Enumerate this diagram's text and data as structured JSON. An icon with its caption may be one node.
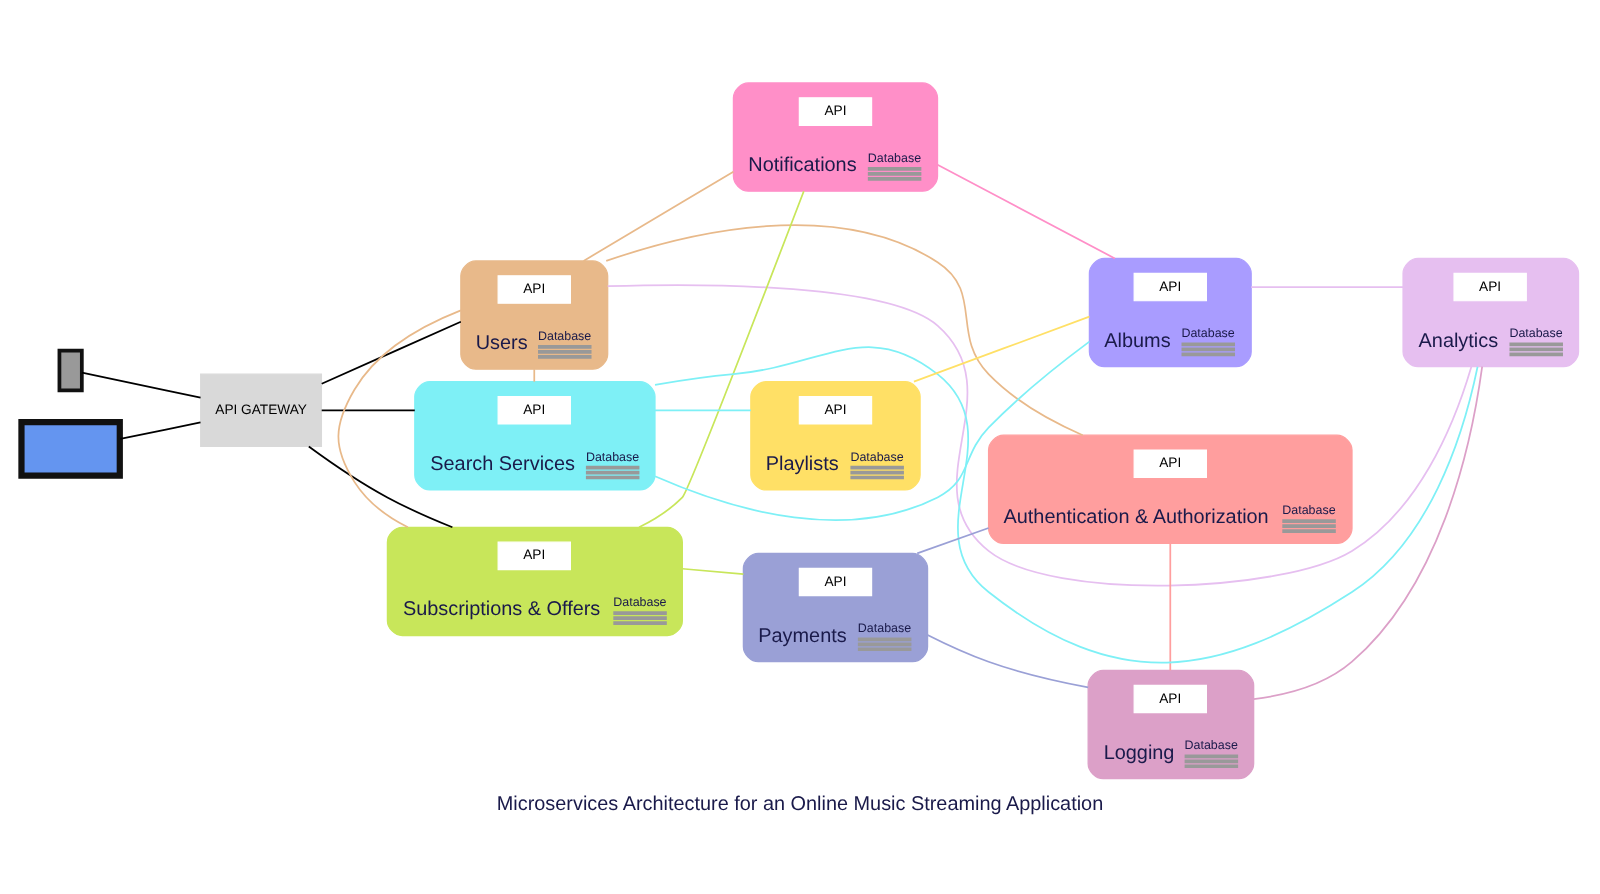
{
  "diagram": {
    "caption": "Microservices Architecture for an Online Music Streaming Application",
    "nodes": [
      {
        "text": [],
        "shape": "box"
      },
      {
        "text": [],
        "shape": "box"
      },
      {
        "text": [
          "API GATEWAY"
        ]
      },
      {
        "text": [
          "Users"
        ],
        "beside": [
          "Database"
        ]
      },
      {
        "text": [
          "API"
        ],
        "in": 3
      },
      {
        "text": [
          "Notifications"
        ],
        "beside": [
          "Database"
        ]
      },
      {
        "text": [
          "API"
        ],
        "in": 5
      },
      {
        "text": [
          "Authentication & Authorization"
        ],
        "beside": [
          "Database"
        ]
      },
      {
        "text": [
          "API"
        ],
        "in": 7
      },
      {
        "text": [
          "Analytics"
        ],
        "beside": [
          "Database"
        ]
      },
      {
        "text": [
          "API"
        ],
        "in": 9
      },
      {
        "text": [
          "Search Services"
        ],
        "beside": [
          "Database"
        ]
      },
      {
        "text": [
          "API"
        ],
        "in": 11
      },
      {
        "text": [
          "Playlists"
        ],
        "beside": [
          "Database"
        ]
      },
      {
        "text": [
          "API"
        ],
        "in": 13
      },
      {
        "text": [
          "Albums"
        ],
        "beside": [
          "Database"
        ]
      },
      {
        "text": [
          "API"
        ],
        "in": 15
      },
      {
        "text": [
          "Subscriptions & Offers"
        ],
        "beside": [
          "Database"
        ]
      },
      {
        "text": [
          "API"
        ],
        "in": 17
      },
      {
        "text": [
          "Payments"
        ],
        "beside": [
          "Database"
        ]
      },
      {
        "text": [
          "API"
        ],
        "in": 19
      },
      {
        "text": [
          "Logging"
        ],
        "beside": [
          "Database"
        ]
      },
      {
        "text": [
          "API"
        ],
        "in": 21
      }
    ],
    "edges": [
      {
        "from": 0,
        "to": 2,
        "arrow": "none"
      },
      {
        "from": 1,
        "to": 2,
        "arrow": "none"
      },
      {
        "from": 2,
        "to": 3,
        "arrow": "none"
      },
      {
        "from": 2,
        "to": 11,
        "arrow": "none"
      },
      {
        "from": 2,
        "to": 17,
        "arrow": "none"
      },
      {
        "from": 3,
        "to": 5,
        "arrow": "none",
        "color": "#e8b98a"
      },
      {
        "from": 3,
        "to": 11,
        "arrow": "none",
        "color": "#e8b98a"
      },
      {
        "from": 3,
        "to": 17,
        "arrow": "none",
        "color": "#e8b98a"
      },
      {
        "from": 3,
        "to": 7,
        "arrow": "none",
        "color": "#e8b98a"
      },
      {
        "from": 3,
        "to": 9,
        "arrow": "none",
        "color": "#e6bff0"
      },
      {
        "from": 5,
        "to": 15,
        "arrow": "none",
        "color": "#ff8fc8"
      },
      {
        "from": 5,
        "to": 17,
        "arrow": "none",
        "color": "#c8e65a"
      },
      {
        "from": 11,
        "to": 13,
        "arrow": "none",
        "color": "#7ef0f6"
      },
      {
        "from": 11,
        "to": 15,
        "arrow": "none",
        "color": "#7ef0f6"
      },
      {
        "from": 11,
        "to": 9,
        "arrow": "none",
        "color": "#7ef0f6"
      },
      {
        "from": 13,
        "to": 15,
        "arrow": "none",
        "color": "#ffe066"
      },
      {
        "from": 17,
        "to": 19,
        "arrow": "none",
        "color": "#c8e65a"
      },
      {
        "from": 19,
        "to": 7,
        "arrow": "none",
        "color": "#9aa0d6"
      },
      {
        "from": 19,
        "to": 21,
        "arrow": "none",
        "color": "#9aa0d6"
      },
      {
        "from": 7,
        "to": 21,
        "arrow": "none",
        "color": "#ff9e9e"
      },
      {
        "from": 15,
        "to": 9,
        "arrow": "none",
        "color": "#e6bff0"
      },
      {
        "from": 9,
        "to": 21,
        "arrow": "none",
        "color": "#dca0c8"
      }
    ]
  }
}
